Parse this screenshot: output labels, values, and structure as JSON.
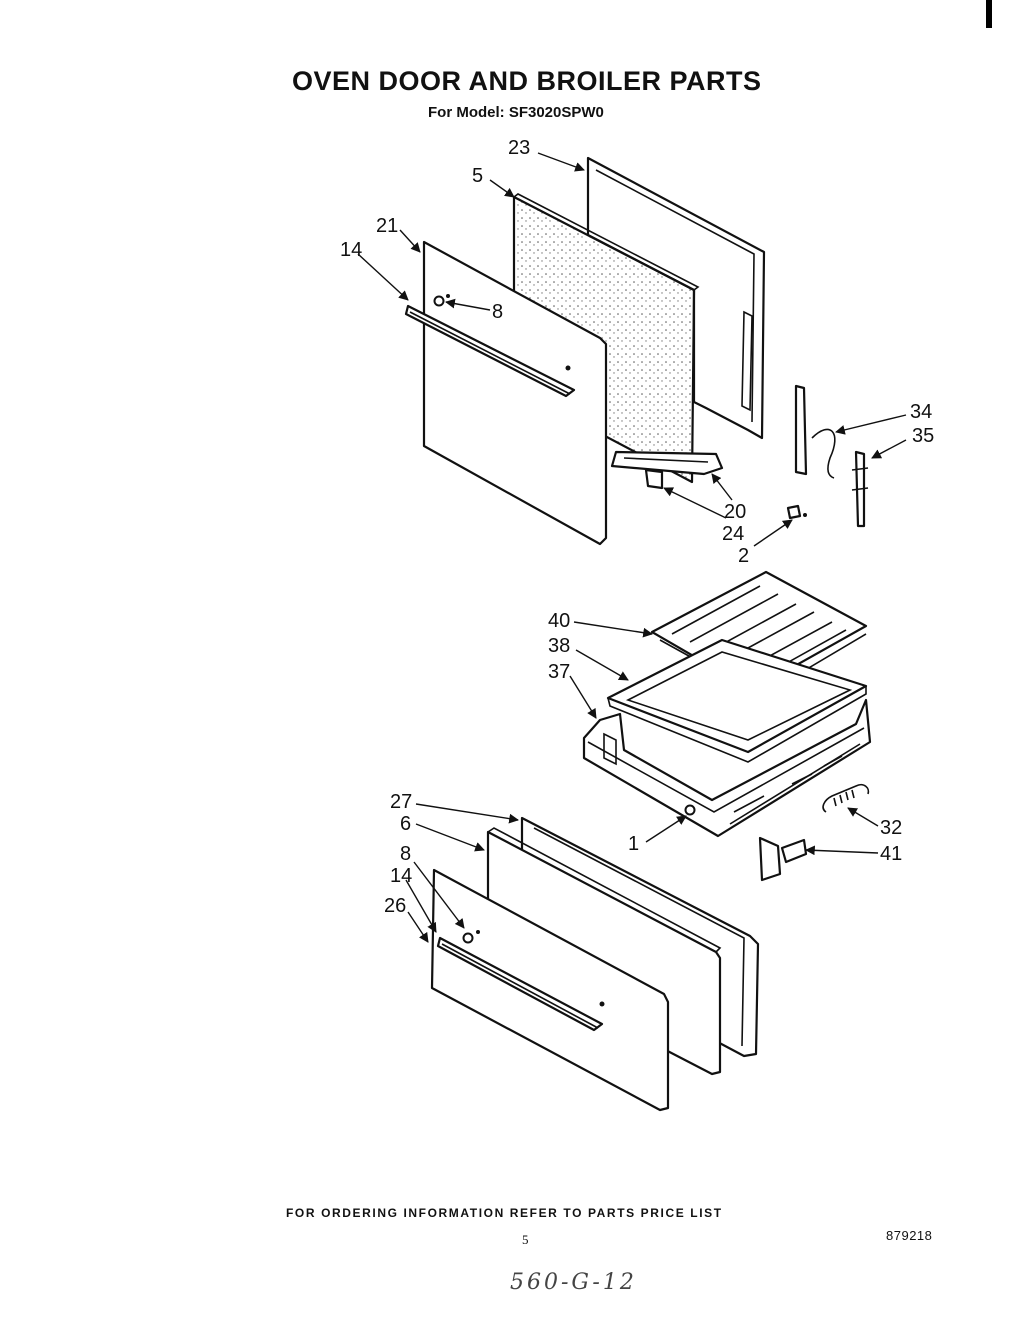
{
  "header": {
    "title": "OVEN DOOR AND BROILER PARTS",
    "model_line": "For Model: SF3020SPW0"
  },
  "callouts": {
    "p23": "23",
    "p5": "5",
    "p21": "21",
    "p14_top": "14",
    "p8_top": "8",
    "p34": "34",
    "p35": "35",
    "p20": "20",
    "p24": "24",
    "p2": "2",
    "p40": "40",
    "p38": "38",
    "p37": "37",
    "p27": "27",
    "p6": "6",
    "p8_bottom": "8",
    "p14_bottom": "14",
    "p26": "26",
    "p1": "1",
    "p32": "32",
    "p41": "41"
  },
  "footer": {
    "ordering_note": "FOR ORDERING INFORMATION REFER TO PARTS PRICE LIST",
    "page_number": "5",
    "document_number": "879218",
    "handwritten_note": "560-G-12"
  }
}
